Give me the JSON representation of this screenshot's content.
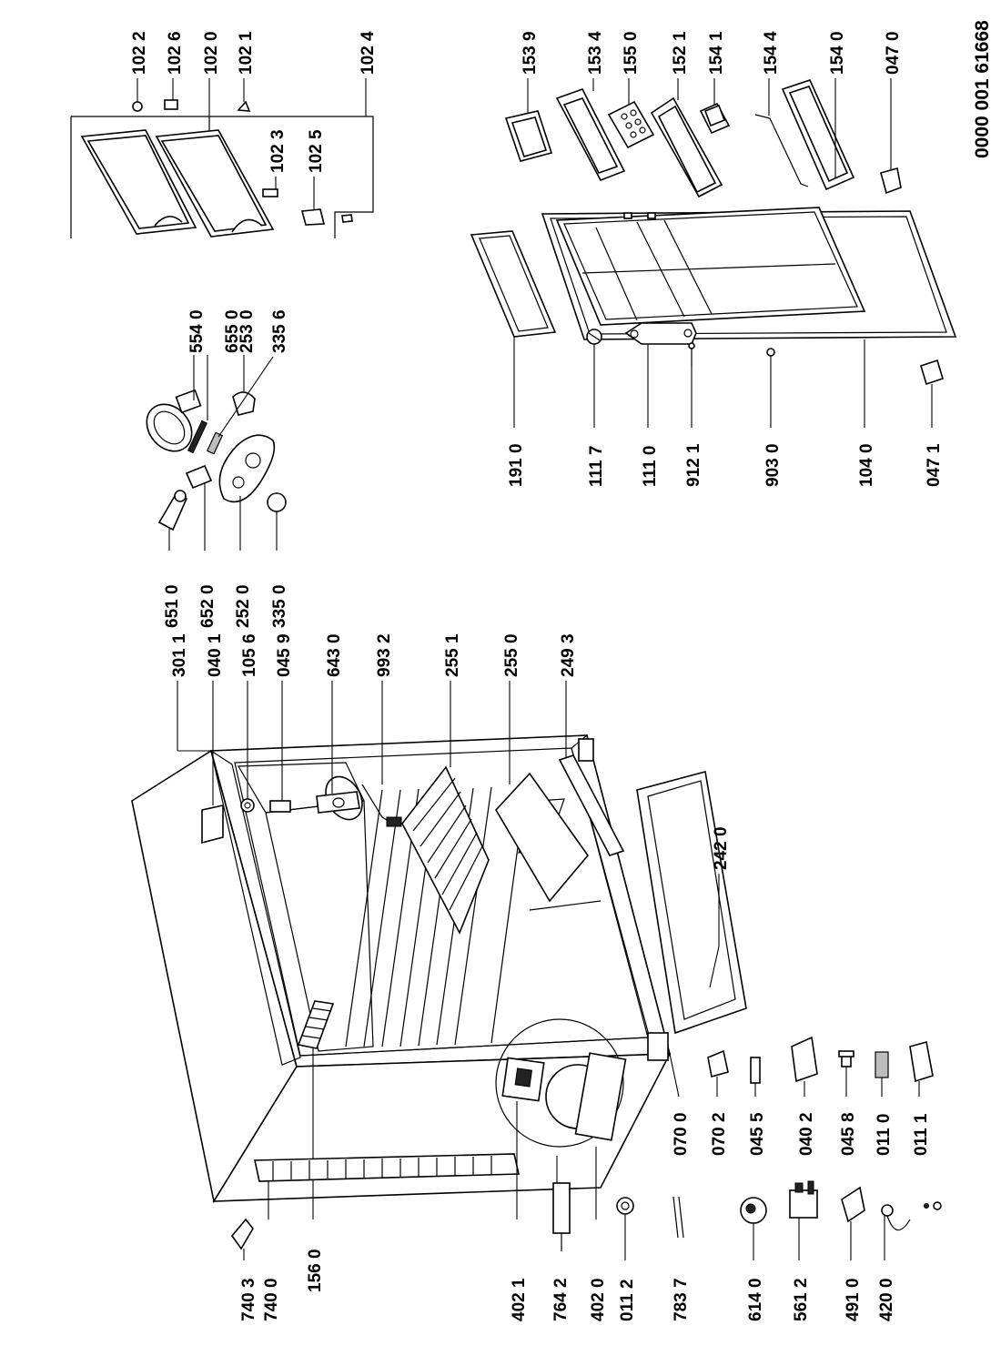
{
  "document_number": "0000 001 61668",
  "parts": {
    "p1022": "102 2",
    "p1026": "102 6",
    "p1020": "102 0",
    "p1021": "102 1",
    "p1024": "102 4",
    "p1023": "102 3",
    "p1025": "102 5",
    "p1539": "153 9",
    "p1534": "153 4",
    "p1550": "155 0",
    "p1521": "152 1",
    "p1541": "154 1",
    "p1544": "154 4",
    "p1540": "154 0",
    "p0470": "047 0",
    "p5540": "554 0",
    "p6550": "655 0",
    "p2530": "253 0",
    "p3356": "335 6",
    "p6510": "651 0",
    "p6520": "652 0",
    "p2520": "252 0",
    "p3350": "335 0",
    "p1910": "191 0",
    "p1117": "111 7",
    "p1110": "111 0",
    "p9121": "912 1",
    "p9030": "903 0",
    "p1040": "104 0",
    "p0471": "047 1",
    "p3011": "301 1",
    "p0401": "040 1",
    "p1056": "105 6",
    "p0459": "045 9",
    "p6430": "643 0",
    "p9932": "993 2",
    "p2551": "255 1",
    "p2550": "255 0",
    "p2493": "249 3",
    "p2420": "242 0",
    "p7403": "740 3",
    "p7400": "740 0",
    "p1560": "156 0",
    "p4021": "402 1",
    "p7642": "764 2",
    "p4020": "402 0",
    "p0112": "011 2",
    "p7837": "783 7",
    "p6140": "614 0",
    "p5612": "561 2",
    "p4910": "491 0",
    "p4200": "420 0",
    "p0700": "070 0",
    "p0702": "070 2",
    "p0455": "045 5",
    "p0402": "040 2",
    "p0458": "045 8",
    "p0110": "011 0",
    "p0111": "011 1"
  }
}
